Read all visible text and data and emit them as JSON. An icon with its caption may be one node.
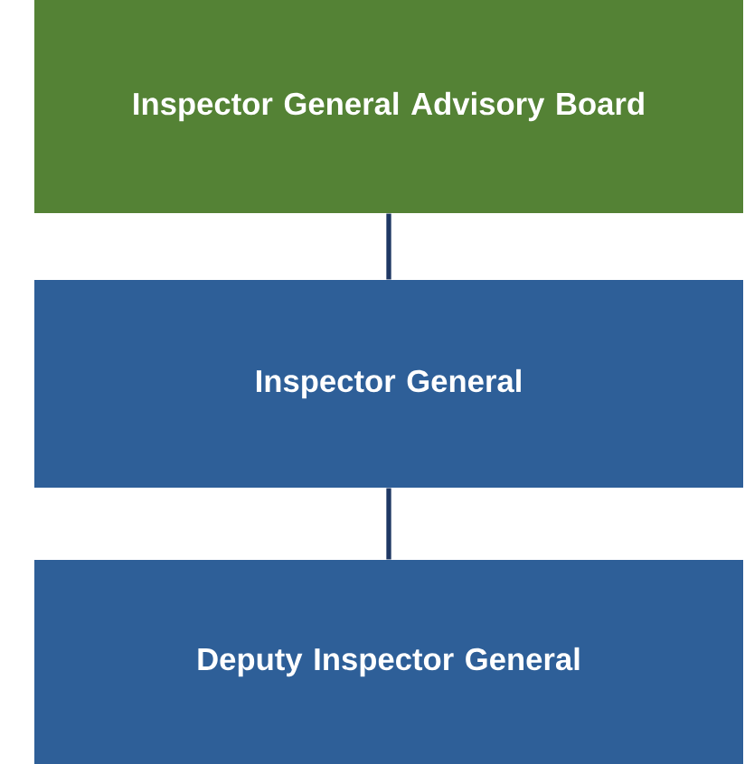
{
  "diagram": {
    "nodes": [
      {
        "text": [
          "Inspector General Advisory Board"
        ]
      },
      {
        "text": [
          "Inspector General"
        ]
      },
      {
        "text": [
          "Deputy Inspector General"
        ]
      }
    ],
    "edges": [
      {
        "from": 0,
        "to": 1,
        "arrow": "none"
      },
      {
        "from": 1,
        "to": 2,
        "arrow": "none"
      }
    ]
  }
}
